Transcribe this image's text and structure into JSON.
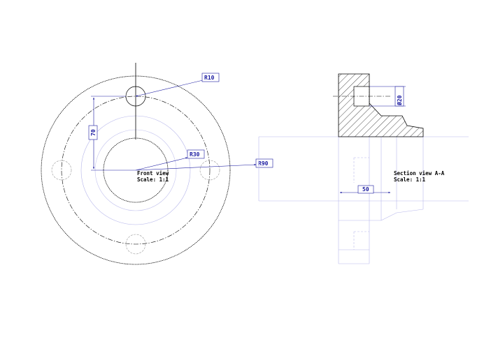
{
  "front_view": {
    "title": "Front view",
    "scale": "Scale:  1:1",
    "dims": {
      "r10": "R10",
      "r30": "R30",
      "r90": "R90",
      "v70": "70"
    }
  },
  "section_view": {
    "title": "Section view A-A",
    "scale": "Scale:  1:1",
    "dims": {
      "d20": "Ø20",
      "h50": "50"
    }
  },
  "colors": {
    "geometry": "#000000",
    "dimension": "#1a1aa0",
    "construction": "#8f8fe0"
  }
}
